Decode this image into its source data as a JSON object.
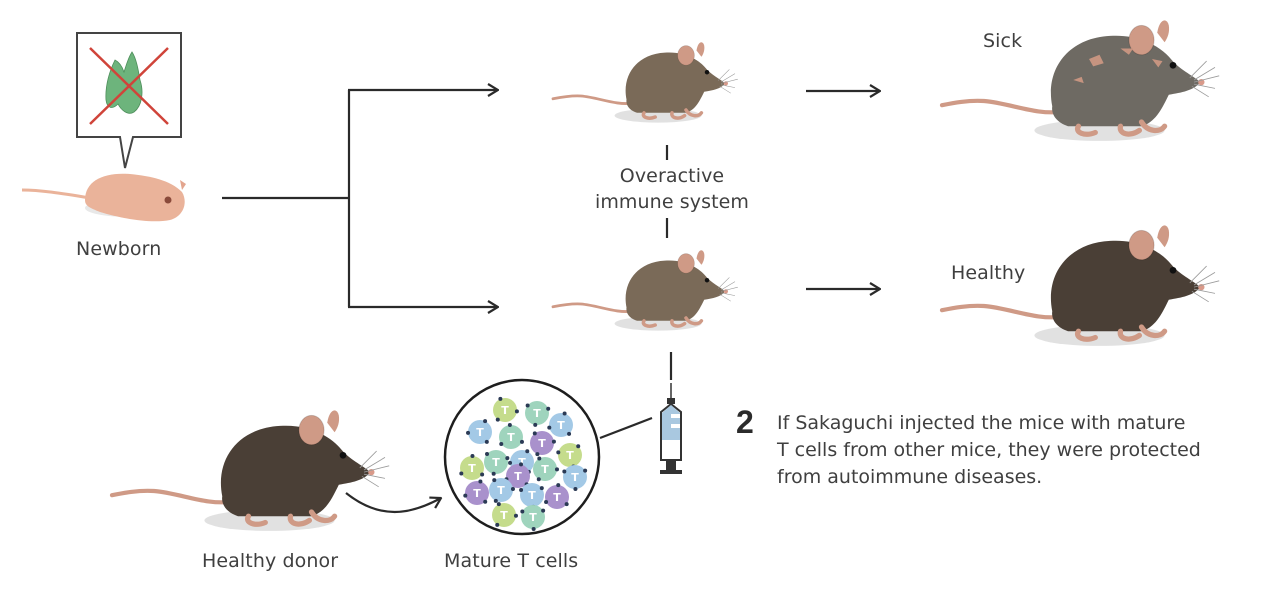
{
  "diagram": {
    "labels": {
      "newborn": "Newborn",
      "overactive_line1": "Overactive",
      "overactive_line2": "immune system",
      "sick": "Sick",
      "healthy": "Healthy",
      "healthy_donor": "Healthy donor",
      "mature_t_cells": "Mature T cells"
    },
    "step": {
      "number": "2",
      "lines": [
        "If Sakaguchi injected the mice with mature",
        "T cells from other mice, they were protected",
        "from autoimmune diseases."
      ]
    },
    "t_cell_letter": "T",
    "colors": {
      "thymus": "#6db47c",
      "cross": "#d0443a",
      "newborn_skin": "#eab39a",
      "mouse_brown": "#7a6a58",
      "sick_gray": "#6e6a63",
      "healthy_dark": "#4a3f36",
      "mouse_pink": "#cf9a86",
      "line": "#2a2a2a",
      "syringe_fluid": "#a9c8e0",
      "tcell_green": "#c5dc8c",
      "tcell_teal": "#9fd4bd",
      "tcell_blue": "#a3c9e6",
      "tcell_purple": "#a991cc"
    }
  }
}
